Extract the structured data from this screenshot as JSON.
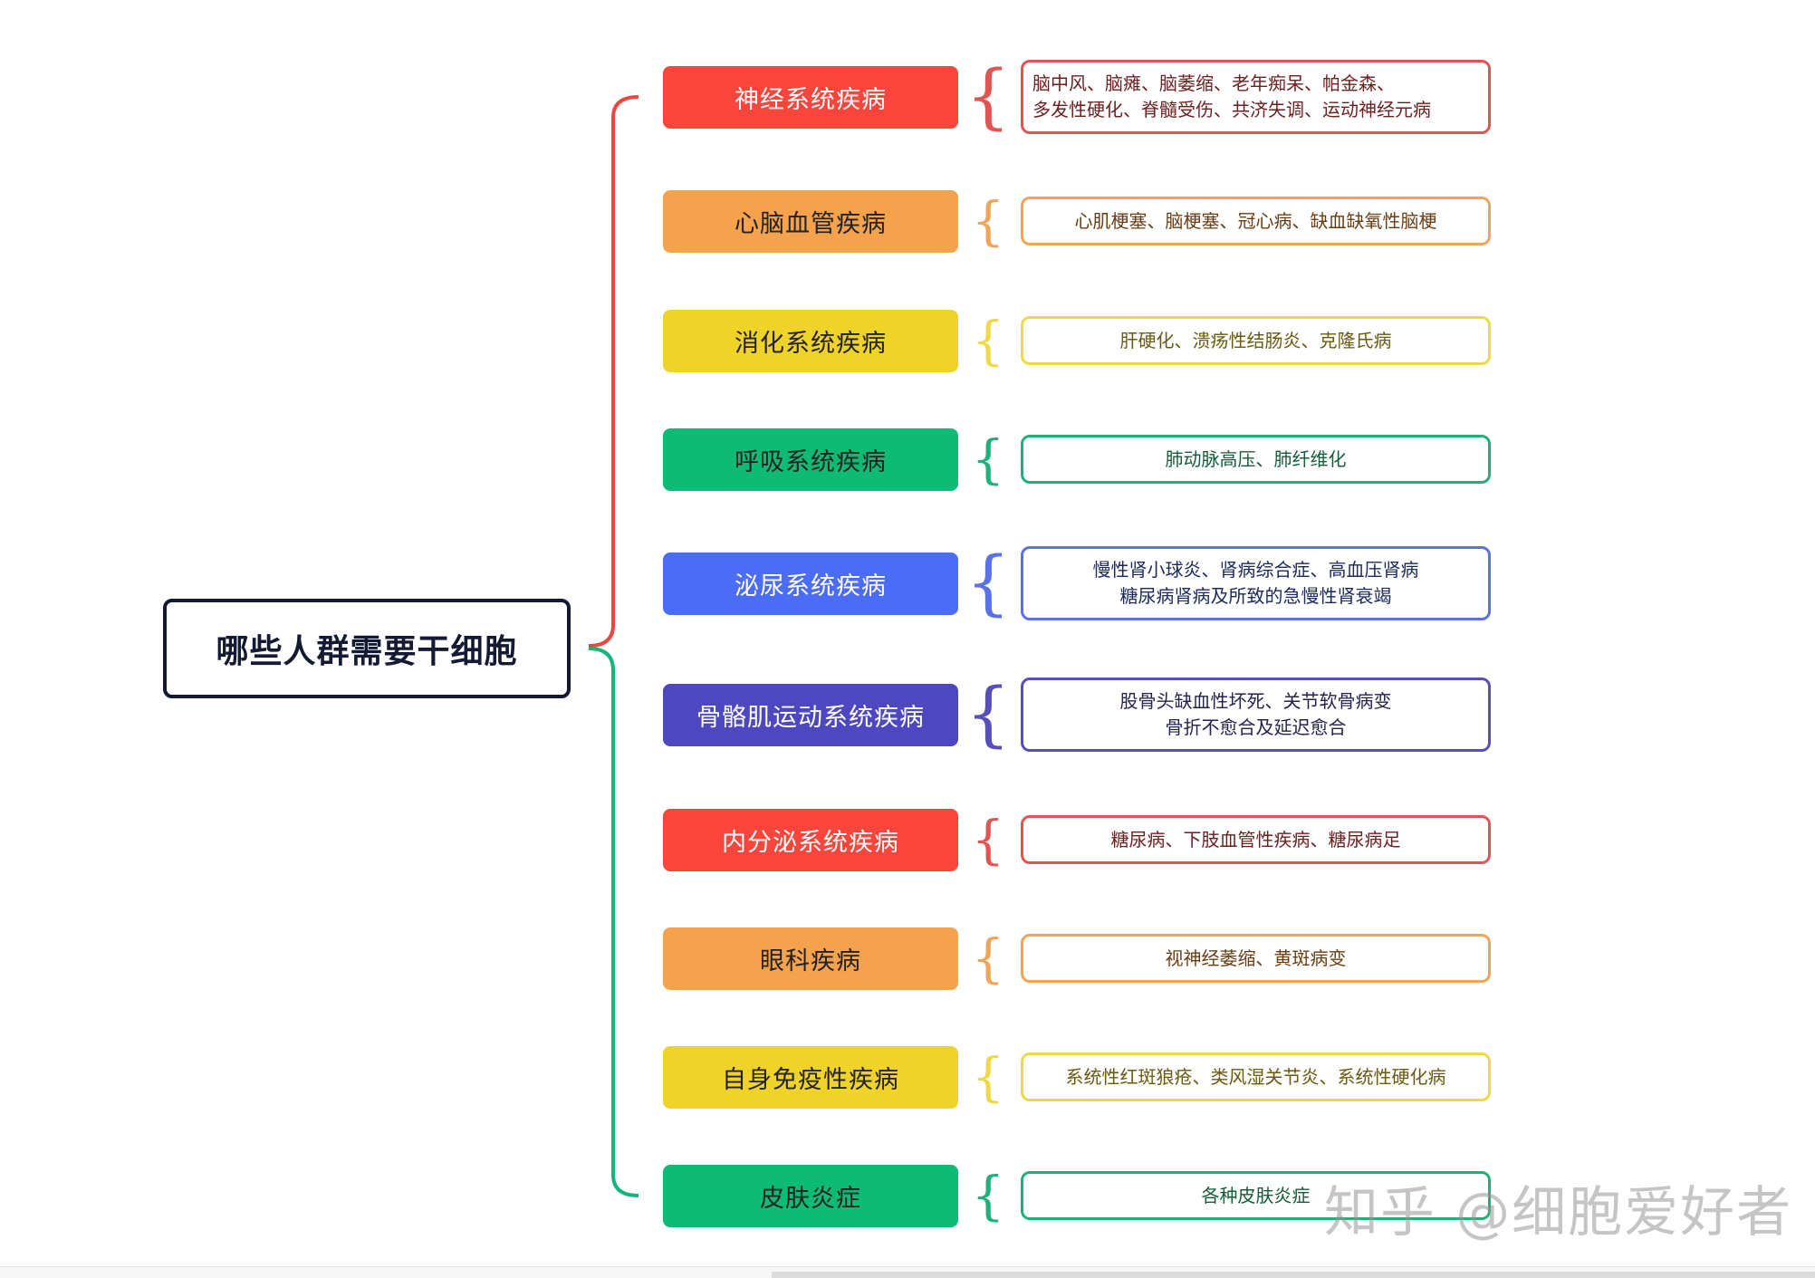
{
  "root": {
    "title": "哪些人群需要干细胞"
  },
  "categories": [
    {
      "label": "神经系统疾病",
      "color": "#f9453b",
      "text_color": "#ffffff",
      "detail_border": "#e05454",
      "detail_text_color": "#6b1f1f",
      "detail_lines": [
        "脑中风、脑瘫、脑萎缩、老年痴呆、帕金森、",
        "多发性硬化、脊髓受伤、共济失调、运动神经元病"
      ],
      "detail_align": "left"
    },
    {
      "label": "心脑血管疾病",
      "color": "#f4a24c",
      "text_color": "#222222",
      "detail_border": "#f0a45a",
      "detail_text_color": "#6a3d14",
      "detail_lines": [
        "心肌梗塞、脑梗塞、冠心病、缺血缺氧性脑梗"
      ],
      "detail_align": "center"
    },
    {
      "label": "消化系统疾病",
      "color": "#f0d328",
      "text_color": "#222222",
      "detail_border": "#efd84a",
      "detail_text_color": "#6a5a10",
      "detail_lines": [
        "肝硬化、溃疡性结肠炎、克隆氏病"
      ],
      "detail_align": "center"
    },
    {
      "label": "呼吸系统疾病",
      "color": "#0dbb74",
      "text_color": "#222222",
      "detail_border": "#20b07a",
      "detail_text_color": "#145c3c",
      "detail_lines": [
        "肺动脉高压、肺纤维化"
      ],
      "detail_align": "center"
    },
    {
      "label": "泌尿系统疾病",
      "color": "#4a6cf7",
      "text_color": "#ffffff",
      "detail_border": "#5a72e6",
      "detail_text_color": "#1c2a60",
      "detail_lines": [
        "慢性肾小球炎、肾病综合症、高血压肾病",
        "糖尿病肾病及所致的急慢性肾衰竭"
      ],
      "detail_align": "center"
    },
    {
      "label": "骨骼肌运动系统疾病",
      "color": "#4d48c1",
      "text_color": "#ffffff",
      "detail_border": "#5650b8",
      "detail_text_color": "#24224f",
      "detail_lines": [
        "股骨头缺血性坏死、关节软骨病变",
        "骨折不愈合及延迟愈合"
      ],
      "detail_align": "center"
    },
    {
      "label": "内分泌系统疾病",
      "color": "#f9453b",
      "text_color": "#ffffff",
      "detail_border": "#e05454",
      "detail_text_color": "#6b1f1f",
      "detail_lines": [
        "糖尿病、下肢血管性疾病、糖尿病足"
      ],
      "detail_align": "center"
    },
    {
      "label": "眼科疾病",
      "color": "#f4a24c",
      "text_color": "#222222",
      "detail_border": "#f0a45a",
      "detail_text_color": "#6a3d14",
      "detail_lines": [
        "视神经萎缩、黄斑病变"
      ],
      "detail_align": "center"
    },
    {
      "label": "自身免疫性疾病",
      "color": "#f0d328",
      "text_color": "#222222",
      "detail_border": "#efd84a",
      "detail_text_color": "#6a5a10",
      "detail_lines": [
        "系统性红斑狼疮、类风湿关节炎、系统性硬化病"
      ],
      "detail_align": "center"
    },
    {
      "label": "皮肤炎症",
      "color": "#0dbb74",
      "text_color": "#222222",
      "detail_border": "#20b07a",
      "detail_text_color": "#145c3c",
      "detail_lines": [
        "各种皮肤炎症"
      ],
      "detail_align": "center"
    }
  ],
  "connector_colors": {
    "upper": "#e9473f",
    "lower": "#13b57a"
  },
  "watermark": "知乎 @细胞爱好者"
}
